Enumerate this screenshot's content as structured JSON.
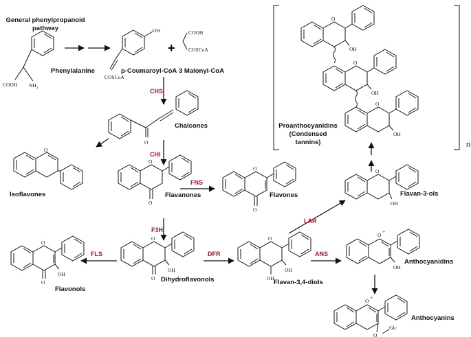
{
  "labels": {
    "general_pathway_line1": "General phenylpropanoid",
    "general_pathway_line2": "pathway",
    "phenylalanine": "Phenylalanine",
    "p_coumaroyl_coa": "p-Coumaroyl-CoA",
    "malonyl_coa": "3 Malonyl-CoA",
    "plus": "+",
    "chalcones": "Chalcones",
    "isoflavones": "Isoflavones",
    "flavanones": "Flavanones",
    "flavones": "Flavones",
    "flavonols": "Flavonols",
    "dihydroflavonols": "Dihydroflavonols",
    "flavan_3_4_diols": "Flavan-3,4-diols",
    "anthocyanidins": "Anthocyanidins",
    "anthocyanins": "Anthocyanins",
    "flavan_3_ols": "Flavan-3-ols",
    "proanthocyanidins_line1": "Proanthocyanidins",
    "proanthocyanidins_line2": "(Condensed",
    "proanthocyanidins_line3": "tannins)",
    "polymer_n": "n"
  },
  "enzymes": {
    "chs": "CHS",
    "chi": "CHI",
    "fns": "FNS",
    "f3h": "F3H",
    "fls": "FLS",
    "dfr": "DFR",
    "ans": "ANS",
    "lar": "LAR"
  },
  "atoms": {
    "cooh": "COOH",
    "nh2": "NH",
    "nh2_sub": "2",
    "oh": "OH",
    "coscoa": "COSCoA",
    "o": "O",
    "o_plus": "+",
    "glc": "Glc"
  },
  "colors": {
    "enzyme": "#a01c2c",
    "text": "#111111"
  }
}
